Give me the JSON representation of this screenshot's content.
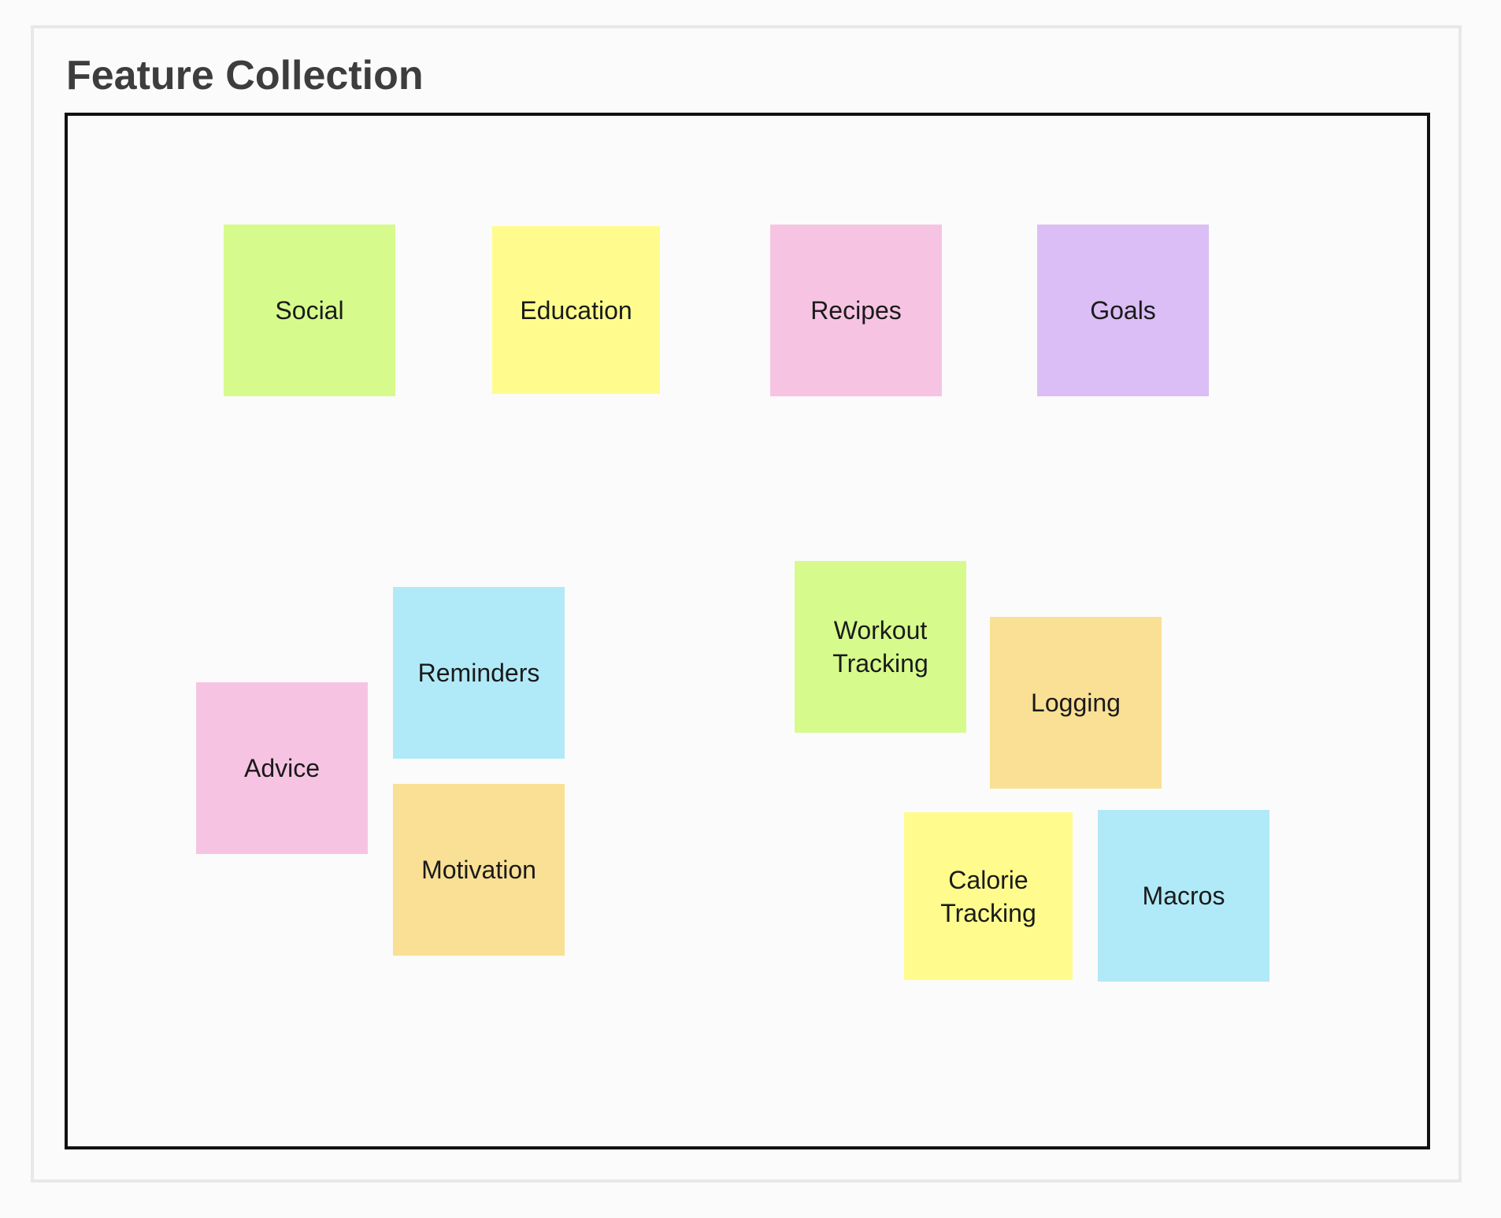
{
  "title": "Feature Collection",
  "notes": [
    {
      "id": "social",
      "label": "Social",
      "color": "#d6fb8c"
    },
    {
      "id": "education",
      "label": "Education",
      "color": "#fffc8d"
    },
    {
      "id": "recipes",
      "label": "Recipes",
      "color": "#f6c4e2"
    },
    {
      "id": "goals",
      "label": "Goals",
      "color": "#dabef5"
    },
    {
      "id": "reminders",
      "label": "Reminders",
      "color": "#b0eaf8"
    },
    {
      "id": "advice",
      "label": "Advice",
      "color": "#f6c4e2"
    },
    {
      "id": "motivation",
      "label": "Motivation",
      "color": "#f9e094"
    },
    {
      "id": "workout-tracking",
      "label": "Workout\nTracking",
      "color": "#d6fb8c"
    },
    {
      "id": "logging",
      "label": "Logging",
      "color": "#f9e094"
    },
    {
      "id": "calorie-tracking",
      "label": "Calorie\nTracking",
      "color": "#fffc8d"
    },
    {
      "id": "macros",
      "label": "Macros",
      "color": "#b0eaf8"
    }
  ]
}
